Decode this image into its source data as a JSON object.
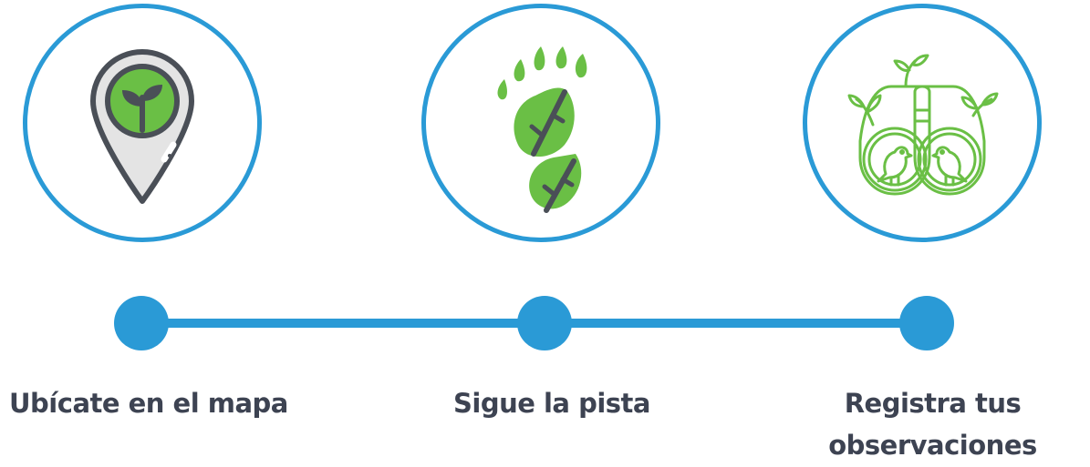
{
  "steps": [
    {
      "label": "Ubícate en el mapa",
      "icon": "map-pin-plant-icon"
    },
    {
      "label": "Sigue la pista",
      "icon": "footprint-leaf-icon"
    },
    {
      "label": "Registra tus observaciones",
      "icon": "binoculars-bird-icon"
    }
  ],
  "colors": {
    "accent_blue": "#2a9ad6",
    "leaf_green": "#6abf45",
    "icon_dark": "#4a4f57",
    "label_text": "#3d4352"
  }
}
